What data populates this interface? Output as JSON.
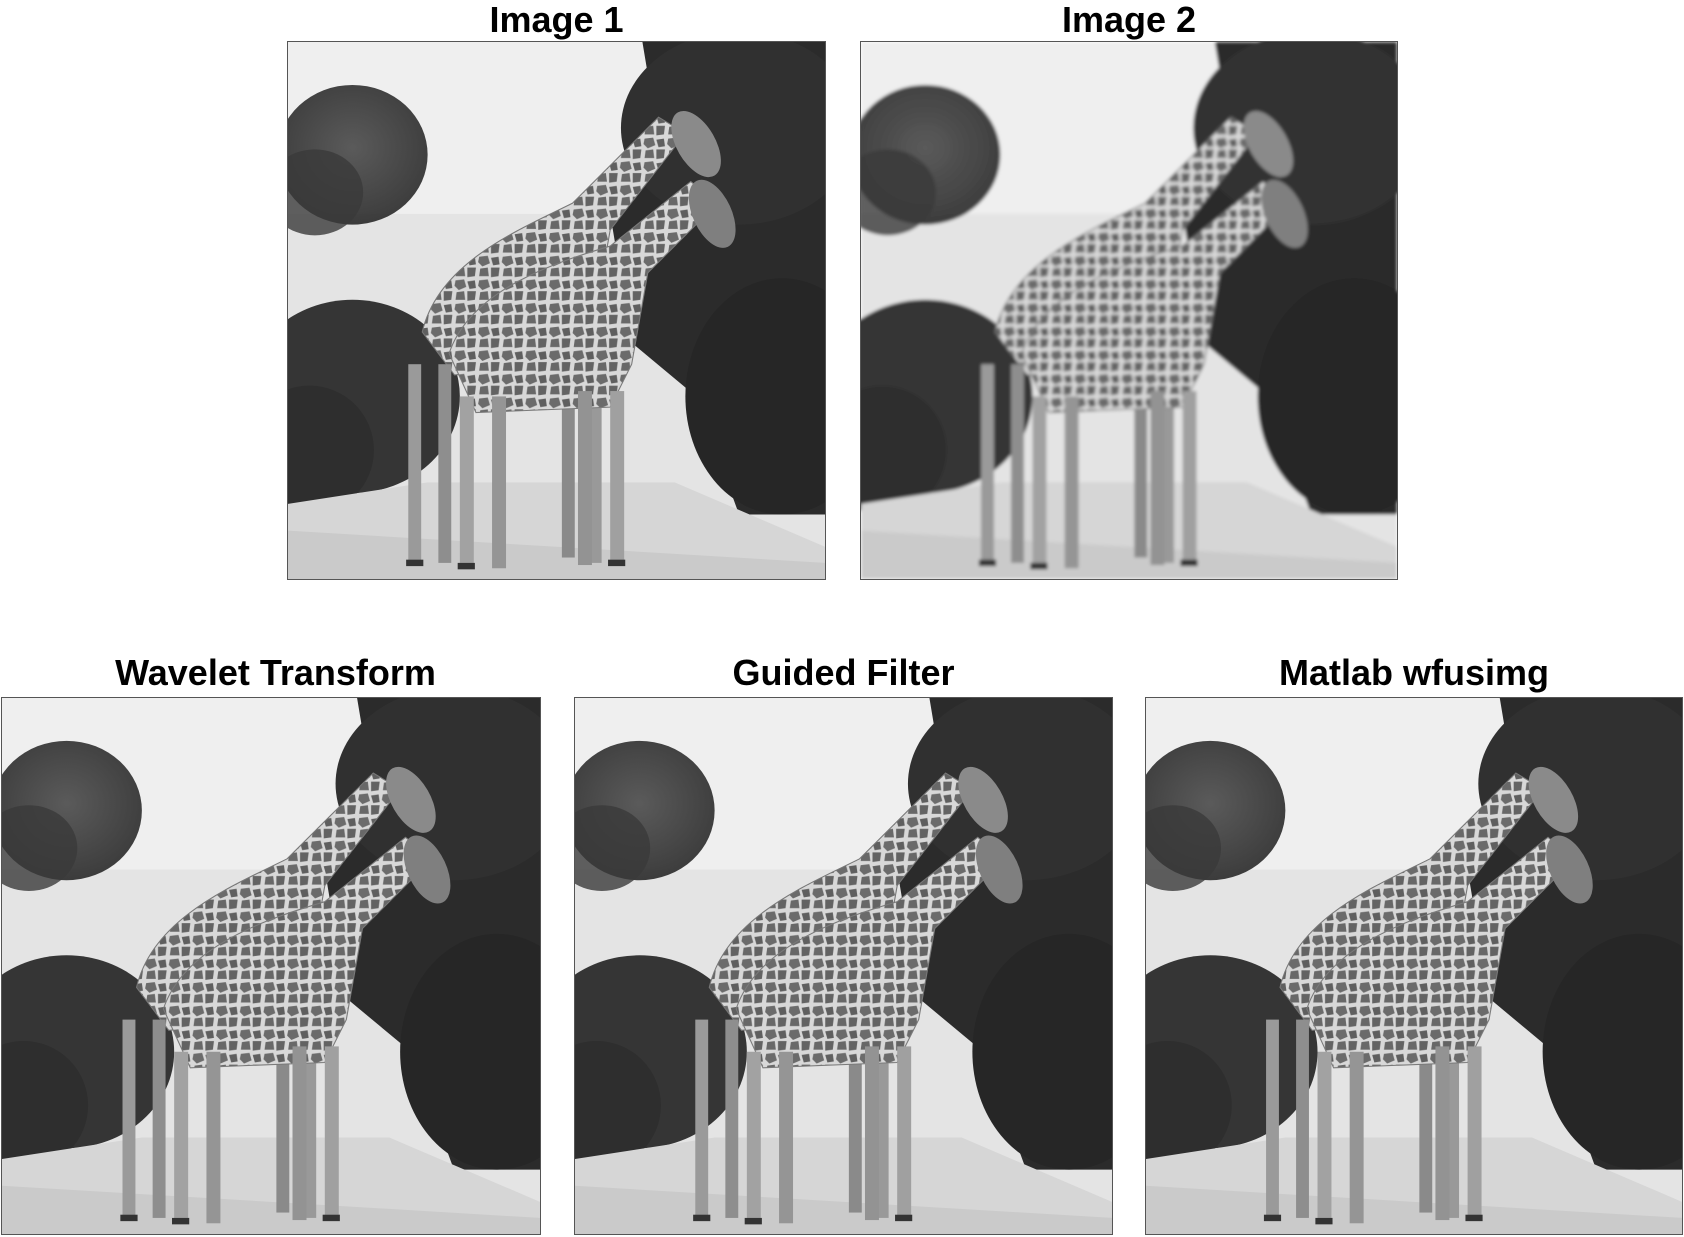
{
  "panels": [
    {
      "title": "Image 1",
      "focus": "foreground"
    },
    {
      "title": "Image 2",
      "focus": "background"
    },
    {
      "title": "Wavelet Transform",
      "focus": "fused"
    },
    {
      "title": "Guided Filter",
      "focus": "fused"
    },
    {
      "title": "Matlab wfusimg",
      "focus": "fused"
    }
  ],
  "colors": {
    "background": "#ffffff",
    "title_text": "#000000"
  }
}
